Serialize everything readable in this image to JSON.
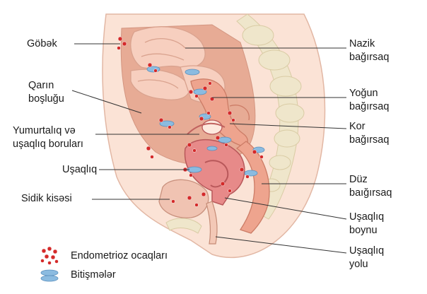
{
  "labels": {
    "gobek": "Göbək",
    "qarin_line1": "Qarın",
    "qarin_line2": "boşluğu",
    "yumurtaliq_line1": "Yumurtalıq və",
    "yumurtaliq_line2": "uşaqlıq boruları",
    "usaqliq": "Uşaqlıq",
    "sidik": "Sidik kisəsi",
    "nazik_line1": "Nazik",
    "nazik_line2": "bağırsaq",
    "yogun_line1": "Yoğun",
    "yogun_line2": "bağırsaq",
    "kor_line1": "Kor",
    "kor_line2": "bağırsaq",
    "duz_line1": "Düz",
    "duz_line2": "baığırsaq",
    "boynu_line1": "Uşaqlıq",
    "boynu_line2": "boynu",
    "yolu_line1": "Uşaqlıq",
    "yolu_line2": "yolu"
  },
  "legend": {
    "endometrioz": "Endometrioz ocaqları",
    "bitismeler": "Bitişmələr"
  },
  "colors": {
    "lesion": "#d42a2a",
    "adhesion": "#7fb2d6",
    "tissue": "#f2b8a6",
    "cavity": "#e8ad96",
    "bowel": "#f7cfbf",
    "uterus": "#e88c8c",
    "spine": "#eee4c8"
  }
}
